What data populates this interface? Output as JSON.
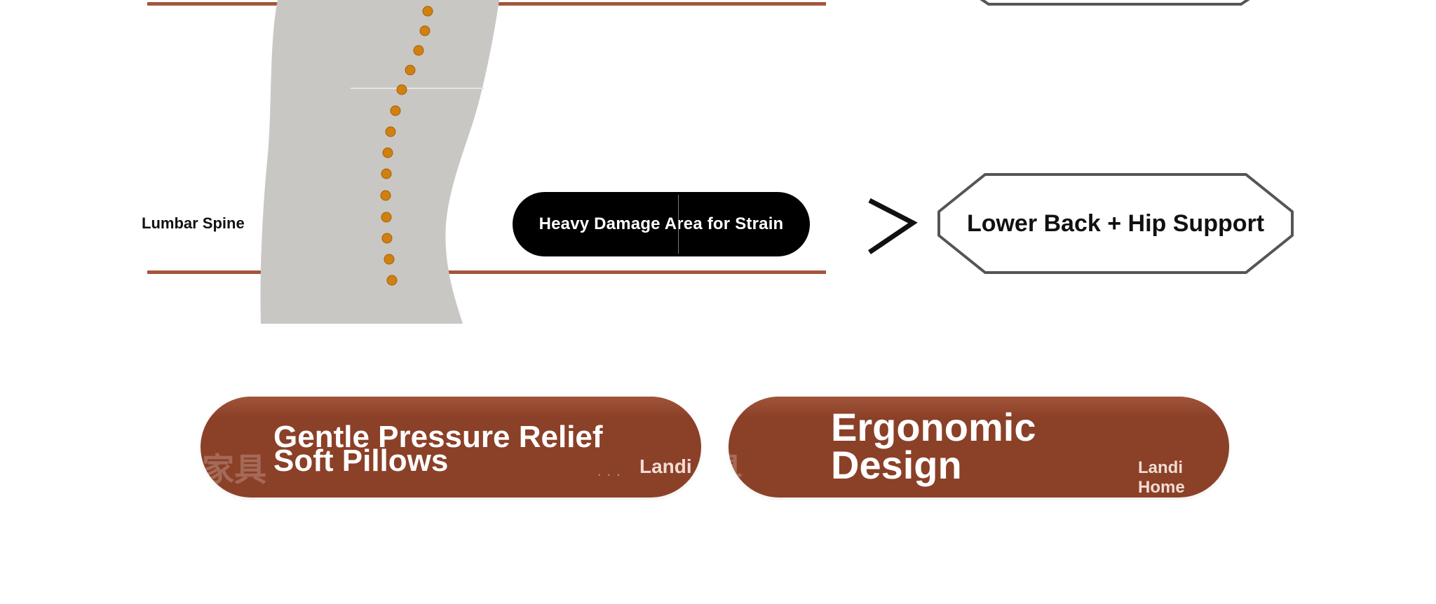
{
  "labels": {
    "lumbar_spine": "Lumbar Spine",
    "heavy_damage": "Heavy Damage Area for Strain",
    "support": "Lower Back + Hip Support"
  },
  "cards": {
    "left": {
      "line1": "Gentle Pressure Relief",
      "line2": "Soft Pillows",
      "brand": "Landi",
      "watermark": "家具",
      "dots": "..."
    },
    "right": {
      "line1": "Ergonomic",
      "line2": "Design",
      "brand": "Landi Home",
      "watermark": "具"
    }
  },
  "icons": {
    "arrow": "chevron-right-icon",
    "figure": "spine-figure-icon"
  },
  "colors": {
    "accent_line": "#a4563a",
    "spine_dot": "#d0800f",
    "body_silhouette": "#c9c7c4",
    "card_brown": "#8b4028",
    "black_pill": "#000000"
  }
}
